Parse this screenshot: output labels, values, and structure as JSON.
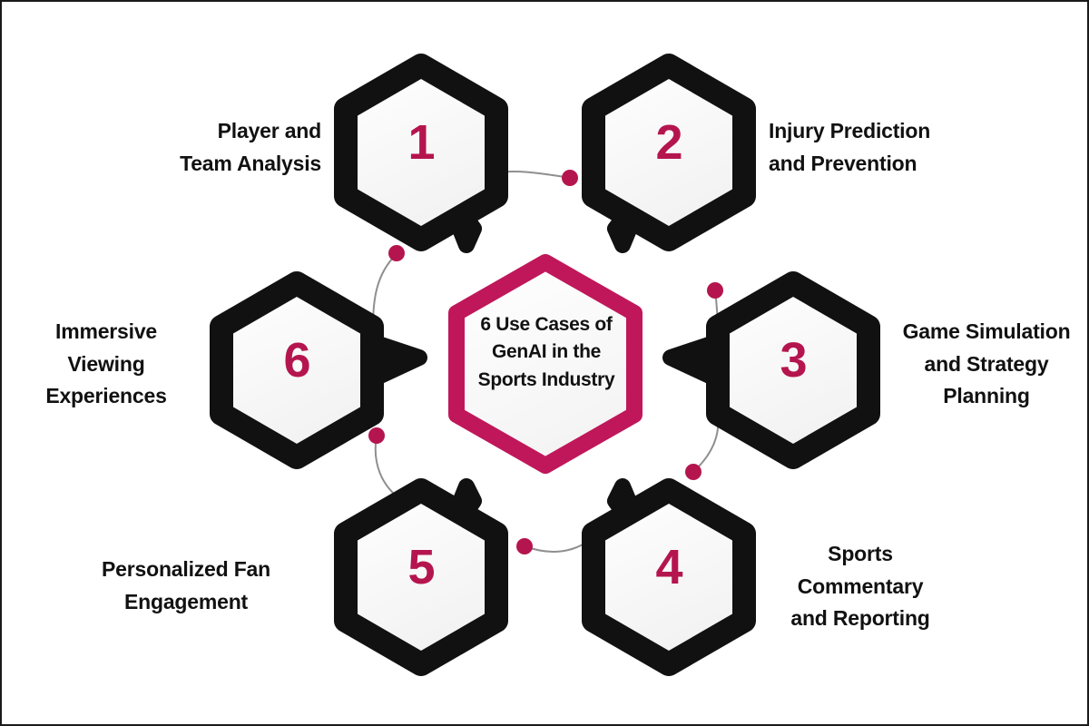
{
  "diagram": {
    "type": "hexagon-radial-list",
    "center": {
      "title_lines": [
        "6 Use Cases of",
        "GenAI in the",
        "Sports Industry"
      ],
      "shape": "hexagon",
      "border_color": "#C0175A",
      "fill_color": "#FBFBFB"
    },
    "colors": {
      "accent": "#B5154E",
      "node_border": "#111111",
      "node_fill": "#FAFAFA",
      "text": "#111111",
      "connector_line": "#8a8a8a",
      "background": "#FFFFFF",
      "frame": "#1A1A1A"
    },
    "nodes": [
      {
        "number": "1",
        "label_lines": [
          "Player and",
          "Team Analysis"
        ],
        "label_align": "right",
        "position": "top-left"
      },
      {
        "number": "2",
        "label_lines": [
          "Injury Prediction",
          "and Prevention"
        ],
        "label_align": "left",
        "position": "top-right"
      },
      {
        "number": "3",
        "label_lines": [
          "Game Simulation",
          "and Strategy",
          "Planning"
        ],
        "label_align": "center",
        "position": "right"
      },
      {
        "number": "4",
        "label_lines": [
          "Sports",
          "Commentary",
          "and Reporting"
        ],
        "label_align": "center",
        "position": "bottom-right"
      },
      {
        "number": "5",
        "label_lines": [
          "Personalized Fan",
          "Engagement"
        ],
        "label_align": "center",
        "position": "bottom-left"
      },
      {
        "number": "6",
        "label_lines": [
          "Immersive",
          "Viewing",
          "Experiences"
        ],
        "label_align": "center",
        "position": "left"
      }
    ]
  }
}
